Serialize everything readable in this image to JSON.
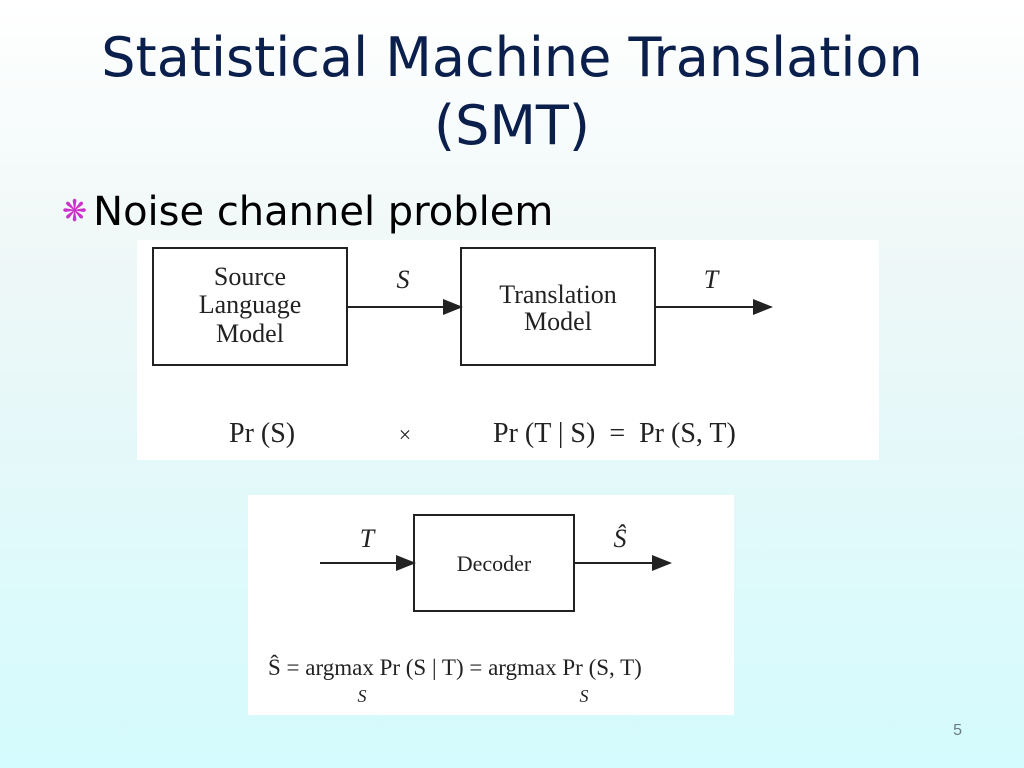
{
  "slide": {
    "title_line1": "Statistical Machine Translation",
    "title_line2": "(SMT)",
    "bullet": "Noise channel problem",
    "page_number": "5"
  },
  "diagram1": {
    "box1_line1": "Source",
    "box1_line2": "Language",
    "box1_line3": "Model",
    "arrow1_label": "S",
    "box2_line1": "Translation",
    "box2_line2": "Model",
    "arrow2_label": "T",
    "eq_left": "Pr (S)",
    "eq_times": "×",
    "eq_right": "Pr (T | S)  =  Pr (S, T)"
  },
  "diagram2": {
    "arrow_in_label": "T",
    "box_label": "Decoder",
    "arrow_out_label": "Ŝ",
    "eq_main": "Ŝ = argmax Pr (S | T) = argmax Pr (S, T)",
    "eq_sub1": "S",
    "eq_sub2": "S"
  },
  "colors": {
    "title": "#0b1f4d",
    "bullet_icon": "#cc33cc"
  }
}
